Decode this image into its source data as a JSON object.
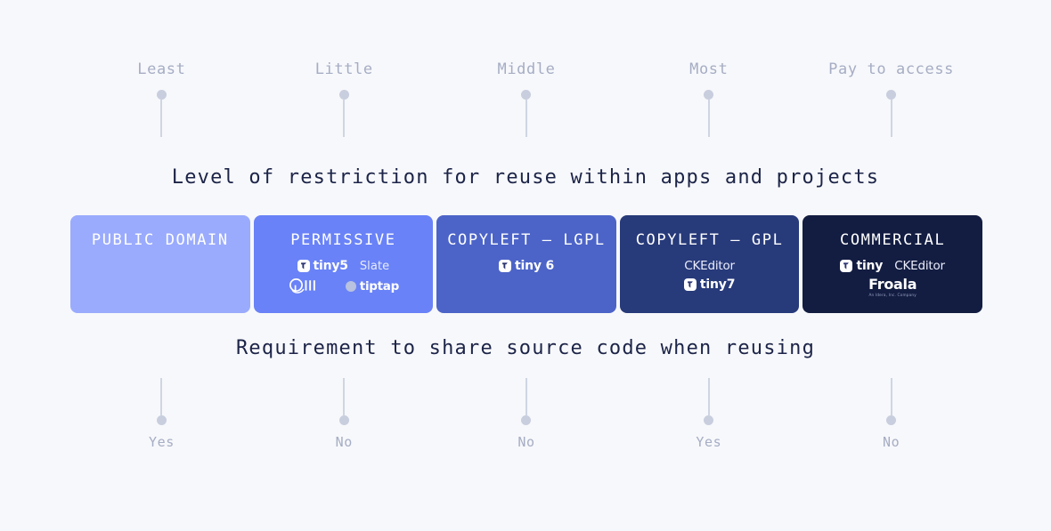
{
  "background_color": "#f7f8fb",
  "top_scale": {
    "labels": [
      "Least",
      "Little",
      "Middle",
      "Most",
      "Pay to access"
    ]
  },
  "captions": {
    "upper": "Level of restriction for reuse within apps and projects",
    "lower": "Requirement to share source code when reusing"
  },
  "bottom_scale": {
    "labels": [
      "Yes",
      "No",
      "No",
      "Yes",
      "No"
    ]
  },
  "boxes": [
    {
      "title": "PUBLIC DOMAIN",
      "color": "#9aabfd",
      "logo_rows": []
    },
    {
      "title": "PERMISSIVE",
      "color": "#6982f7",
      "logo_rows": [
        [
          {
            "kind": "tiny",
            "label": "tiny5",
            "icon": "tiny-logo-icon"
          },
          {
            "kind": "plain",
            "label": "Slate"
          }
        ],
        [
          {
            "kind": "quill",
            "label": "Quill",
            "icon": "quill-logo-icon"
          },
          {
            "kind": "tiptap",
            "label": "tiptap",
            "icon": "tiptap-dot-icon"
          }
        ]
      ]
    },
    {
      "title": "COPYLEFT — LGPL",
      "color": "#4c64c8",
      "logo_rows": [
        [
          {
            "kind": "tiny",
            "label": "tiny 6",
            "icon": "tiny-logo-icon"
          }
        ]
      ]
    },
    {
      "title": "COPYLEFT — GPL",
      "color": "#273a7a",
      "logo_rows": [
        [
          {
            "kind": "ckeditor",
            "label": "CKEditor"
          }
        ],
        [
          {
            "kind": "tiny",
            "label": "tiny7",
            "icon": "tiny-logo-icon"
          }
        ]
      ]
    },
    {
      "title": "COMMERCIAL",
      "color": "#131d42",
      "logo_rows": [
        [
          {
            "kind": "tiny",
            "label": "tiny",
            "icon": "tiny-logo-icon"
          },
          {
            "kind": "ckeditor",
            "label": "CKEditor"
          }
        ],
        [
          {
            "kind": "froala",
            "label": "Froala",
            "sublabel": "An Idera, Inc. Company"
          }
        ]
      ]
    }
  ]
}
